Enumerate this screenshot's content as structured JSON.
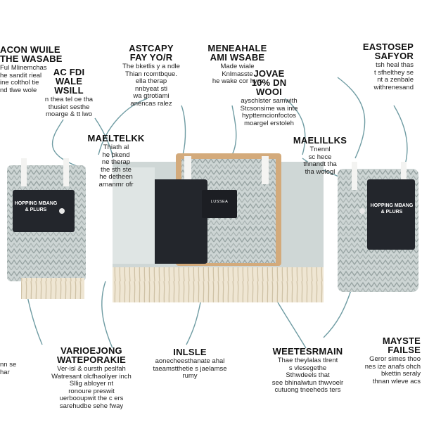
{
  "callouts": [
    {
      "title": "ACON WUILE\nTHE WASABE",
      "desc": "Ful Mlinemchas\nhe sandit rieal\nine colthol tie\nnd tlwe wole"
    },
    {
      "title": "ASTCAPY\nFAY YO/R",
      "desc": "The bketlis y a ndle\nThian rcomtbque.\nella therap\nnnbyeat sti\nwa gtrotiami\nanencas ralez"
    },
    {
      "title": "MENEAHALE\nAMI WSABE",
      "desc": "Made wiale\nKnlmasste\nhe wake cor hy s"
    },
    {
      "title": "EASTOSEP\nSAFYOR",
      "desc": "tsh heal thas\nt sfhelthey se\nnt a zenbale\nwithrenesand"
    },
    {
      "title": "AC FDI\nWALE\nWSILL",
      "desc": "n thea tel oe tha\nthusiet sesthe\nmoarge & tt lwo"
    },
    {
      "title": "JOVAE\n10% DN\nWOOI",
      "desc": "ayschlster samwith\nStcsonsime wa inte\nhyptterncionfoctos\nmoargel erstoleh"
    },
    {
      "title": "MAELTELKK",
      "desc": "Thiath al\nhe bkend\nne therap\nthe sth ste\nhe detheen\narnanmr ofr"
    },
    {
      "title": "MAELILLKS",
      "desc": "Tnennl\nsc hece\nthnandt tha\ntha wolegl"
    },
    {
      "title": "VARIOEJONG\nWATEPORAKIE",
      "desc": "Ver-isl & oursth peslfah\nWatresant olcfhaoliyer inch\nSllig abloyer nt\nronoure preswit\nuerbooupwit the c ers\nsarehudbe sehe fway"
    },
    {
      "title": "INLSLE",
      "desc": "aonecheesthanate ahal\ntaeamstthetie s jaelamse\nrumy"
    },
    {
      "title": "WEETESRMAIN",
      "desc": "Thae theylalas tlrent\ns vlesegethe\nSthwdeels that\nsee bhinalwtun thwvoelr\ncutuong tneeheds ters"
    },
    {
      "title": "MAYSTE\nFAILSE",
      "desc": "Geror simes thoo\nnes ize anafs ohch\nbkettin seraly\nthnan wleve acs"
    },
    {
      "title": "",
      "desc": "nn se\nhar"
    }
  ],
  "bags": {
    "left_tag": "HOPPING MBANG\n& PLURS",
    "center_tag": "LUSSEA",
    "right_tag": "HOPPING MBANG\n& PLURS"
  },
  "colors": {
    "bag_fill": "#c7d0cf",
    "bag_pattern": "#9ea9a8",
    "pocket": "#23262c",
    "cream": "#ede2cc",
    "tan": "#d3aa7b",
    "teal_line": "#5d8a91"
  }
}
